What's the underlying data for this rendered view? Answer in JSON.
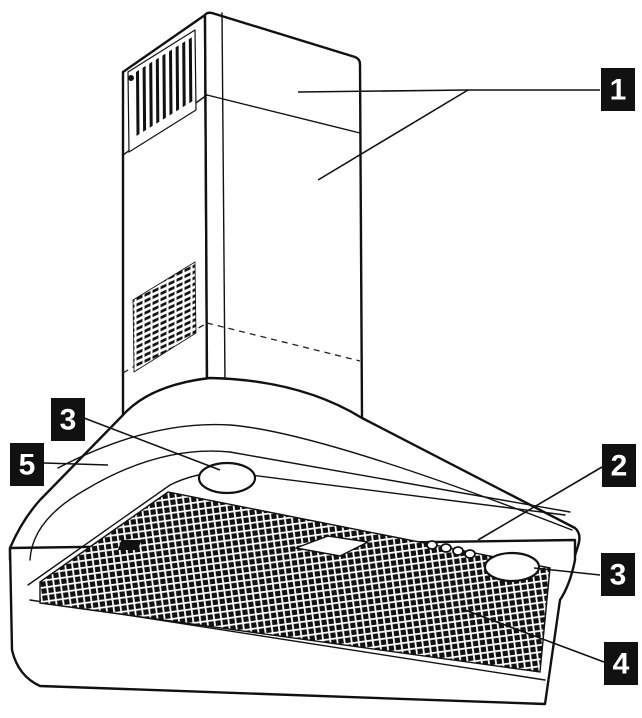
{
  "callouts": [
    {
      "id": "1",
      "label": "1"
    },
    {
      "id": "2",
      "label": "2"
    },
    {
      "id": "3a",
      "label": "3"
    },
    {
      "id": "3b",
      "label": "3"
    },
    {
      "id": "4",
      "label": "4"
    },
    {
      "id": "5",
      "label": "5"
    }
  ],
  "colors": {
    "ink": "#111111",
    "paper": "#ffffff"
  },
  "icons": {
    "filter_pattern": "mesh-filter-icon",
    "vent_pattern": "vent-slots-icon"
  }
}
